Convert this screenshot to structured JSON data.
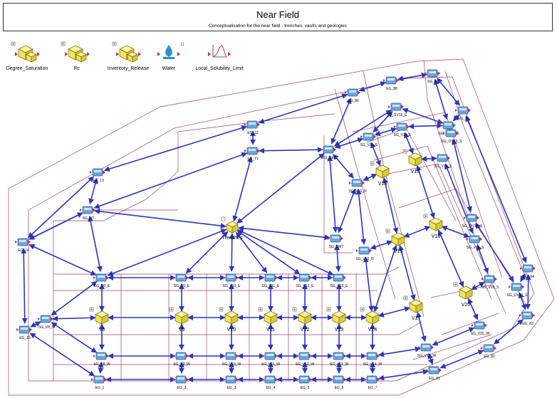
{
  "header": {
    "title": "Near Field",
    "subtitle": "Conceptualisation for the near field - trenches, vaults and geologies"
  },
  "legend": [
    {
      "label": "Degree_Saturation",
      "icon": "container-icon"
    },
    {
      "label": "Rc",
      "icon": "container-icon"
    },
    {
      "label": "Inventory_Release",
      "icon": "container-icon"
    },
    {
      "label": "Water",
      "icon": "water-icon"
    },
    {
      "label": "Local_Solubility_Limit",
      "icon": "graph-icon"
    }
  ],
  "central": {
    "label": "Trenches"
  },
  "vaults": [
    "V8",
    "V9",
    "V10",
    "V11",
    "V12",
    "V13",
    "V14",
    "V15",
    "V16",
    "V17",
    "V18",
    "V19",
    "V20"
  ],
  "cells": [
    "EG_1",
    "EG_2",
    "EG_3",
    "EG_4",
    "EG_5",
    "EG_6",
    "EG_7",
    "EG_14",
    "EG_15",
    "EG_13",
    "EG_12",
    "EG_86",
    "EG_88",
    "EG_87",
    "EG_85",
    "EG_84",
    "EG_83",
    "EG_82",
    "EG_81",
    "SG_NT",
    "SG_T7",
    "SG_SET",
    "SG_SWT",
    "SG_V8_E",
    "SG_V9_E",
    "SG_V10_E",
    "SG_V11_E",
    "SG_V12_E",
    "SG_V13_E",
    "SG_V8_N",
    "SG_V8_W",
    "SG_V9_W",
    "SG_V10_W",
    "SG_V11_W",
    "SG_V12_W",
    "SG_V13_W",
    "SG_V14_W",
    "SG_V15_N",
    "SG_V16_N",
    "SG_V16_E",
    "SG_OV16_E",
    "SG_V19_E",
    "SG_OV19_E",
    "SG_V19_S",
    "SG_OV19_S",
    "SG_V18_S",
    "SG_OV18_S",
    "SG_V20_S",
    "SG_OV20_S",
    "SG_V20_W",
    "SG_V17_W"
  ],
  "colors": {
    "arrow": "#2b36b8",
    "boundary": "#a04070",
    "cell": "#6aa6dc",
    "vault": "#f3e55a"
  }
}
